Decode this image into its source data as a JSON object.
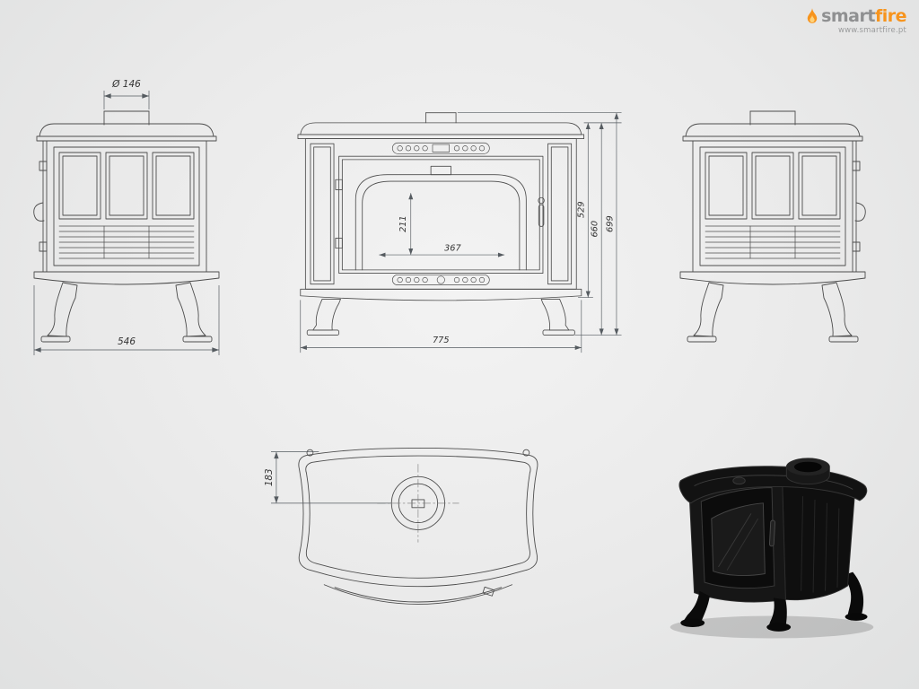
{
  "colors": {
    "accent_orange": "#f7941d",
    "drawing_line": "#4d4d4d",
    "background": "#e8e9e9",
    "stove_black": "#111111"
  },
  "logo": {
    "brand_smart": "smart",
    "brand_fire": "fire",
    "url": "www.smartfire.pt"
  },
  "dimensions": {
    "flue_diameter": "Ø 146",
    "side_depth": "546",
    "glass_height": "211",
    "glass_width": "367",
    "firebox_height": "529",
    "body_height": "660",
    "total_height": "699",
    "front_width": "775",
    "flue_center_offset": "183"
  }
}
